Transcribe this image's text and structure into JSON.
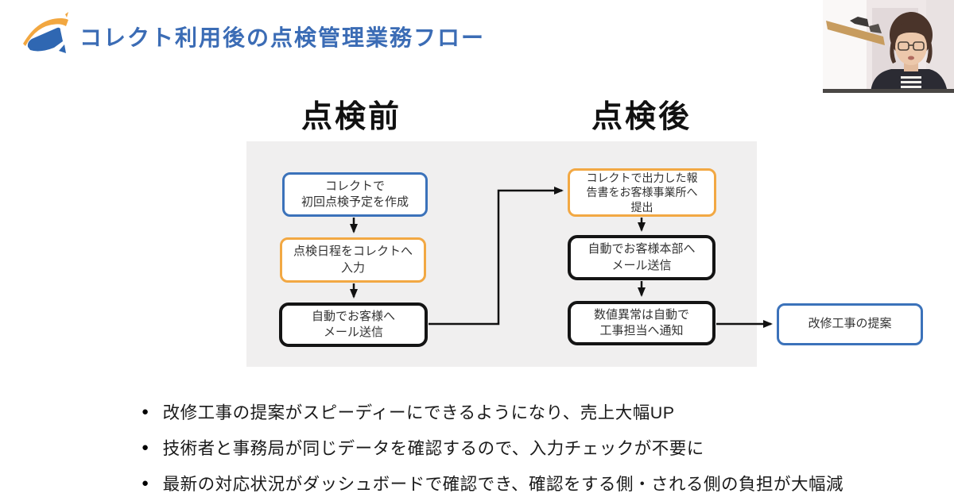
{
  "header": {
    "title": "コレクト利用後の点検管理業務フロー"
  },
  "columns": {
    "before": "点検前",
    "after": "点検後"
  },
  "flow": {
    "boxes": [
      {
        "label": "コレクトで\n初回点検予定を作成",
        "type": "blue"
      },
      {
        "label": "点検日程をコレクトへ\n入力",
        "type": "orange"
      },
      {
        "label": "自動でお客様へ\nメール送信",
        "type": "black"
      },
      {
        "label": "コレクトで出力した報\n告書をお客様事業所へ\n提出",
        "type": "orange"
      },
      {
        "label": "自動でお客様本部へ\nメール送信",
        "type": "black"
      },
      {
        "label": "数値異常は自動で\n工事担当へ通知",
        "type": "black"
      },
      {
        "label": "改修工事の提案",
        "type": "blue"
      }
    ]
  },
  "bullets": [
    "改修工事の提案がスピーディーにできるようになり、売上大幅UP",
    "技術者と事務局が同じデータを確認するので、入力チェックが不要に",
    "最新の対応状況がダッシュボードで確認でき、確認をする側・される側の負担が大幅減"
  ],
  "colors": {
    "title_blue": "#3b6cb5",
    "box_blue": "#3b72ba",
    "box_orange": "#f2a843",
    "box_black": "#141414",
    "panel_gray": "#f0efef",
    "logo_blue": "#2f67b2",
    "logo_orange": "#f2a740"
  },
  "icons": {
    "logo": "collect-logo",
    "webcam": "presenter-video"
  }
}
